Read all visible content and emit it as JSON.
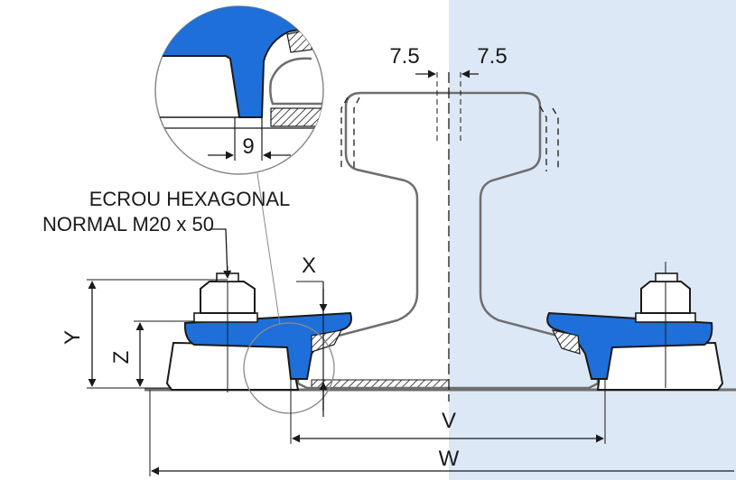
{
  "diagram": {
    "labels": {
      "dim_left_gap": "7.5",
      "dim_right_gap": "7.5",
      "detail_gap": "9",
      "nut_line1": "ECROU HEXAGONAL",
      "nut_line2": "NORMAL M20 x 50",
      "dim_x": "X",
      "dim_y": "Y",
      "dim_z": "Z",
      "dim_v": "V",
      "dim_w": "W"
    },
    "colors": {
      "clip_fill": "#1e6fd9",
      "right_half_background": "#dde8f6",
      "rail_stroke": "#6e6e6e",
      "line": "#1a1a1a"
    }
  }
}
